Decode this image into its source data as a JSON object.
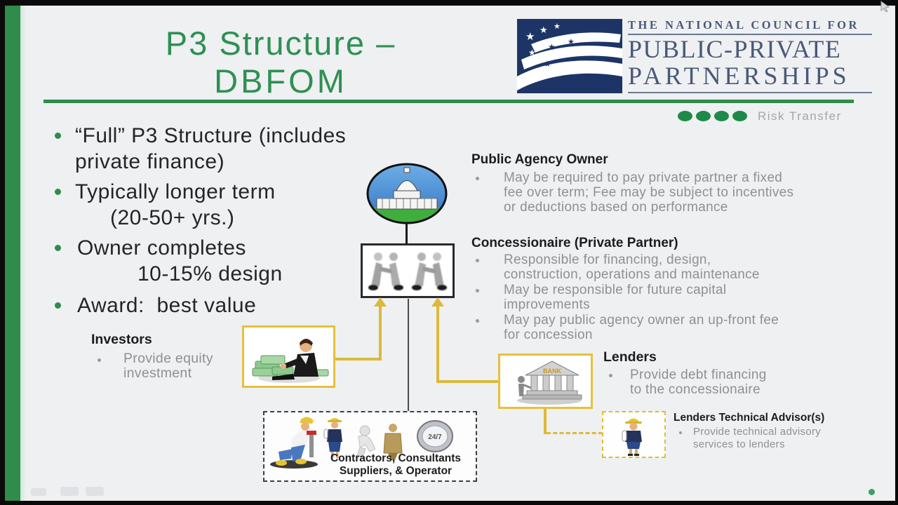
{
  "title": {
    "line1": "P3 Structure –",
    "line2": "DBFOM"
  },
  "logo": {
    "tagline": "THE NATIONAL COUNCIL FOR",
    "name_line1": "PUBLIC-PRIVATE",
    "name_line2": "PARTNERSHIPS"
  },
  "risk": {
    "label": "Risk Transfer",
    "dot_count": 4
  },
  "left_bullets": {
    "b1_l1": "“Full” P3 Structure (includes",
    "b1_l2": "private finance)",
    "b2_l1": "Typically longer term",
    "b2_l2": "(20-50+ yrs.)",
    "b3_l1": "Owner completes",
    "b3_l2": "10-15% design",
    "b4_l1": "Award:  best value"
  },
  "public_agency": {
    "heading": "Public Agency Owner",
    "l1": "May be required to pay private partner a fixed",
    "l2": "fee over term; Fee may be subject to incentives",
    "l3": "or deductions based on performance"
  },
  "concessionaire": {
    "heading": "Concessionaire (Private Partner)",
    "b1_l1": "Responsible for financing, design,",
    "b1_l2": "construction, operations and maintenance",
    "b2_l1": "May be responsible for future capital",
    "b2_l2": "improvements",
    "b3_l1": "May pay public agency owner an up-front fee",
    "b3_l2": "for concession"
  },
  "investors": {
    "heading": "Investors",
    "l1": "Provide equity",
    "l2": "investment"
  },
  "lenders": {
    "heading": "Lenders",
    "l1": "Provide debt financing",
    "l2": "to the concessionaire"
  },
  "advisor": {
    "heading": "Lenders Technical Advisor(s)",
    "l1": "Provide technical advisory",
    "l2": "services to lenders"
  },
  "contractors": {
    "label_l1": "Contractors, Consultants",
    "label_l2": "Suppliers, & Operator",
    "badge": "24/7"
  },
  "bank": {
    "sign": "BANK"
  },
  "icons": {
    "flag": "us-flag-stars-stripes",
    "capitol": "capitol-building",
    "handshake": "handshake-partners",
    "investor": "investor-with-cash",
    "bank": "bank-building",
    "advisor": "engineer-advisor",
    "workers": "contractor-crew",
    "badge": "24-7-badge",
    "cursor": "mouse-pointer"
  },
  "colors": {
    "accent_green": "#2F8C4A",
    "title_green": "#2E9052",
    "navy": "#1D3566",
    "gold": "#E5C13D",
    "body_gray": "#8E9094",
    "slide_bg": "#EEF0F2"
  }
}
